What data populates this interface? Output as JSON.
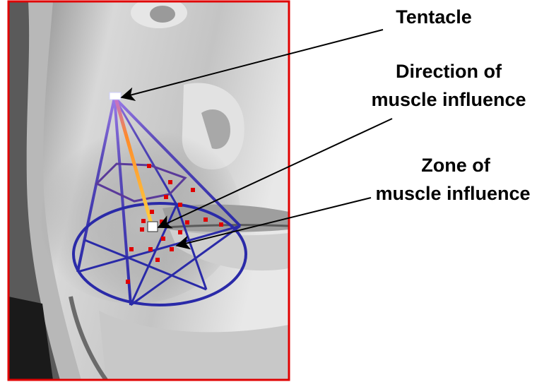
{
  "labels": {
    "tentacle": "Tentacle",
    "direction_line1": "Direction of",
    "direction_line2": "muscle influence",
    "zone_line1": "Zone of",
    "zone_line2": "muscle influence"
  },
  "colors": {
    "frame": "#e00000",
    "cone": "#2a2aa8",
    "cone_apex": "#8a6adf",
    "axis": "#ff9a2a",
    "vertices": "#e00000",
    "skin_light": "#d6d6d6",
    "skin_dark": "#4a4a4a",
    "arrow": "#000000"
  }
}
